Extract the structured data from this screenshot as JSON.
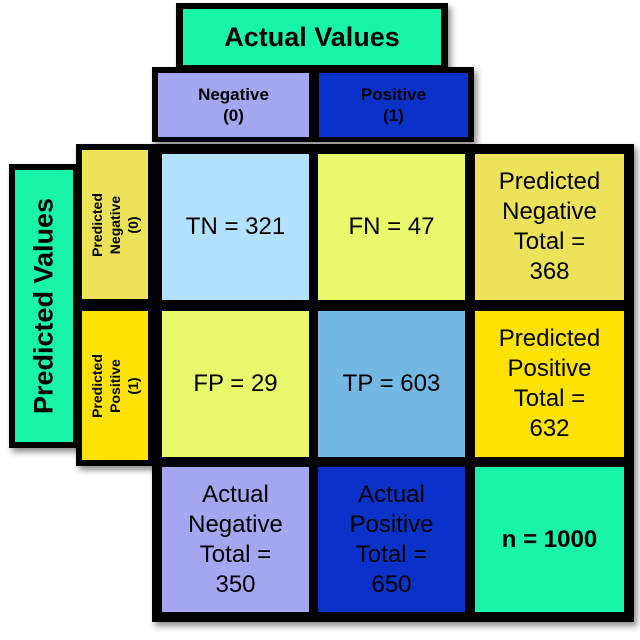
{
  "actual_values_title": "Actual Values",
  "predicted_values_title": "Predicted Values",
  "actual_negative_header": "Negative\n(0)",
  "actual_positive_header": "Positive\n(1)",
  "predicted_negative_header": "Predicted\nNegative (0)",
  "predicted_positive_header": "Predicted\nPositive (1)",
  "tn": "TN = 321",
  "fn": "FN = 47",
  "fp": "FP = 29",
  "tp": "TP = 603",
  "predicted_negative_total": "Predicted\nNegative\nTotal =\n368",
  "predicted_positive_total": "Predicted\nPositive\nTotal =\n632",
  "actual_negative_total": "Actual\nNegative\nTotal =\n350",
  "actual_positive_total": "Actual\nPositive\nTotal =\n650",
  "n_total": "n = 1000",
  "colors": {
    "title_green": "#19f5a8",
    "actual_negative": "#a4a7f0",
    "actual_positive": "#0a31c8",
    "predicted_negative": "#ede35a",
    "predicted_positive": "#fce205",
    "tn_cell": "#b2e2fb",
    "fn_cell": "#e8fa6c",
    "fp_cell": "#e8fa6c",
    "tp_cell": "#73b8e3",
    "pred_neg_total": "#ede35a",
    "pred_pos_total": "#fce205",
    "act_neg_total": "#a4a7f0",
    "act_pos_total": "#0a31c8",
    "n_cell": "#19f5a8"
  }
}
